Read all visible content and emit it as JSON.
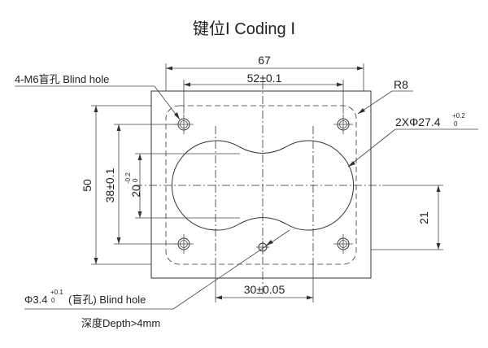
{
  "title": "键位Ⅰ  Coding Ⅰ",
  "dimensions": {
    "width_overall": "67",
    "hole_spacing_x": "52±0.1",
    "radius": "R8",
    "height_overall": "50",
    "hole_spacing_y": "38±0.1",
    "waist": "20",
    "waist_tol_upper": "-0.2",
    "waist_tol_lower": "0",
    "offset_y": "21",
    "center_spacing": "30±0.05"
  },
  "callouts": {
    "blind_holes": "4-M6盲孔 Blind hole",
    "bore_prefix": "2XΦ27.4",
    "bore_tol_upper": "+0.2",
    "bore_tol_lower": "0",
    "pin_prefix": "Φ3.4",
    "pin_tol_upper": "+0.1",
    "pin_tol_lower": "0",
    "pin_suffix": "(盲孔) Blind hole",
    "depth": "深度Depth>4mm"
  }
}
